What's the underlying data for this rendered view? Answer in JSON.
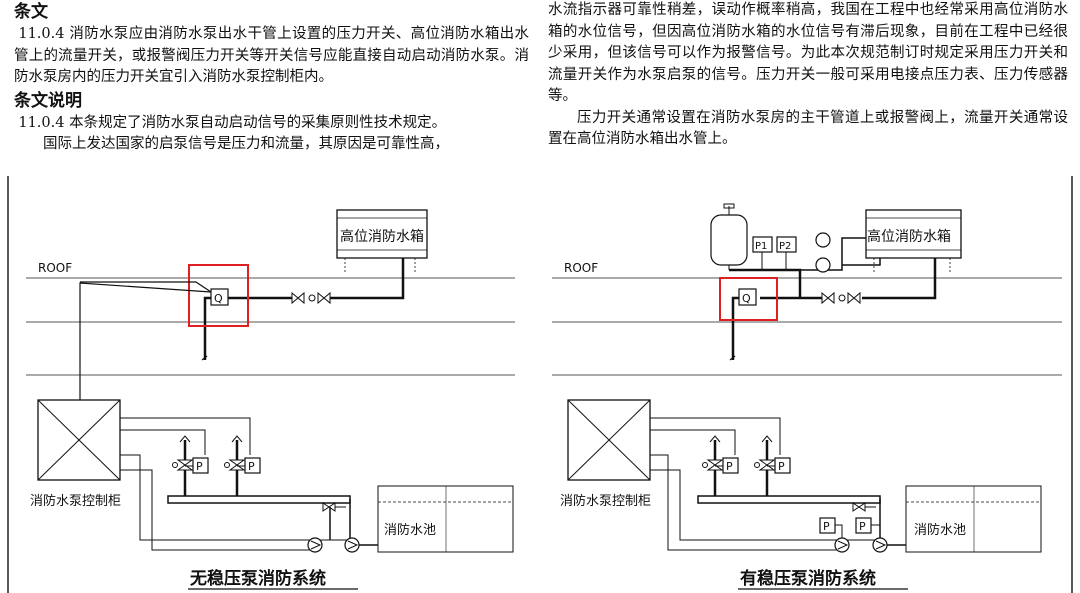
{
  "text": {
    "heading_clause": "条文",
    "clause_para": "11.0.4 消防水泵应由消防水泵出水干管上设置的压力开关、高位消防水箱出水管上的流量开关，或报警阀压力开关等开关信号应能直接自动启动消防水泵。消防水泵房内的压力开关宜引入消防水泵控制柜内。",
    "heading_explain": "条文说明",
    "explain_line1": "11.0.4 本条规定了消防水泵自动启动信号的采集原则性技术规定。",
    "explain_line2": "国际上发达国家的启泵信号是压力和流量，其原因是可靠性高，",
    "right_para1": "水流指示器可靠性稍差，误动作概率稍高，我国在工程中也经常采用高位消防水箱的水位信号，但因高位消防水箱的水位信号有滞后现象，目前在工程中已经很少采用，但该信号可以作为报警信号。为此本次规范制订时规定采用压力开关和流量开关作为水泵启泵的信号。压力开关一般可采用电接点压力表、压力传感器等。",
    "right_para2": "压力开关通常设置在消防水泵房的主干管道上或报警阀上，流量开关通常设置在高位消防水箱出水管上。"
  },
  "diagram_left": {
    "roof": "ROOF",
    "tank": "高位消防水箱",
    "flow_switch": "Q",
    "pressure": "P",
    "cabinet": "消防水泵控制柜",
    "pool": "消防水池",
    "caption": "无稳压泵消防系统"
  },
  "diagram_right": {
    "roof": "ROOF",
    "tank": "高位消防水箱",
    "flow_switch": "Q",
    "p1": "P1",
    "p2": "P2",
    "pressure": "P",
    "cabinet": "消防水泵控制柜",
    "pool": "消防水池",
    "caption": "有稳压泵消防系统"
  },
  "colors": {
    "highlight": "#e02020",
    "line": "#111111",
    "guide": "#444444"
  }
}
